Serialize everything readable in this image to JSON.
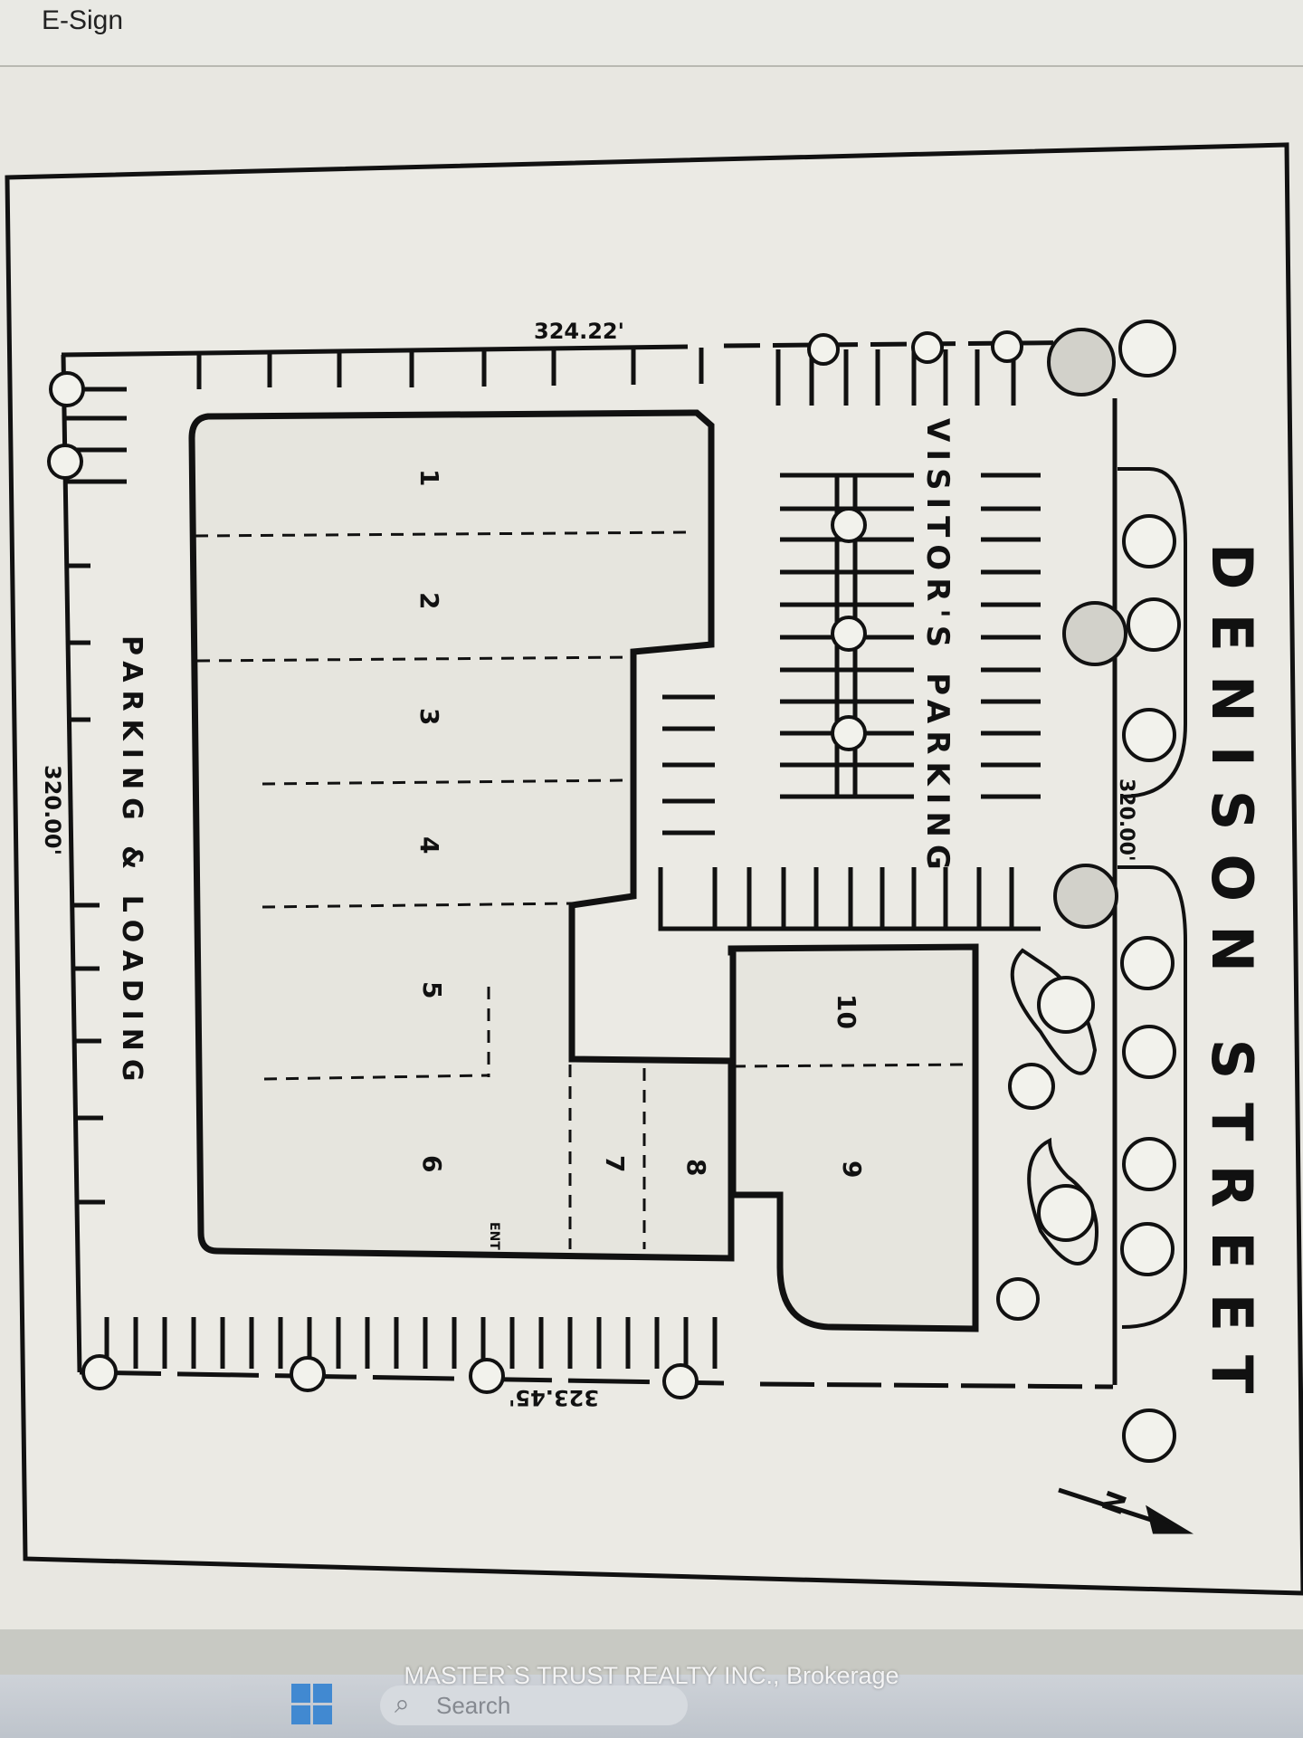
{
  "window": {
    "title": "E-Sign"
  },
  "plan": {
    "street_name": "DENISON STREET",
    "visitor_parking_label": "VISITOR'S PARKING",
    "parking_loading_label": "PARKING & LOADING",
    "dimensions": {
      "north": "324.22'",
      "south": "323.45'",
      "west": "320.00'",
      "east": "320.00'"
    },
    "unit_numbers": [
      "1",
      "2",
      "3",
      "4",
      "5",
      "6",
      "7",
      "8",
      "9",
      "10"
    ],
    "north_arrow_letter": "N",
    "entry_label": "ENT"
  },
  "watermark": "MASTER`S TRUST REALTY INC., Brokerage",
  "taskbar": {
    "search_placeholder": "Search"
  }
}
